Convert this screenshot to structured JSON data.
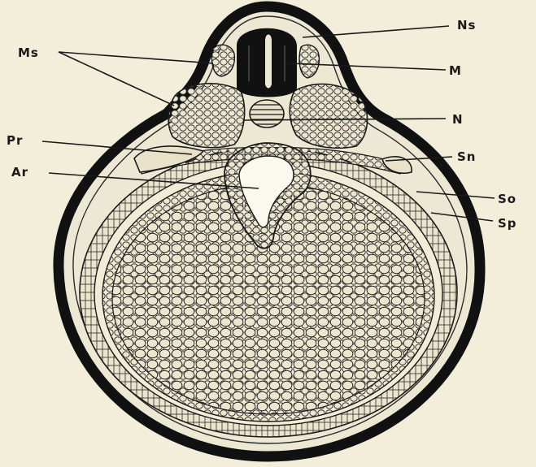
{
  "labels": {
    "ns": "Ns",
    "ms": "Ms",
    "m": "M",
    "pr": "Pr",
    "n": "N",
    "sn": "Sn",
    "ar": "Ar",
    "so": "So",
    "sp": "Sp"
  },
  "colors": {
    "background": "#f3eeda",
    "ink": "#1a1a1a",
    "tissue": "#e9e4cc"
  }
}
